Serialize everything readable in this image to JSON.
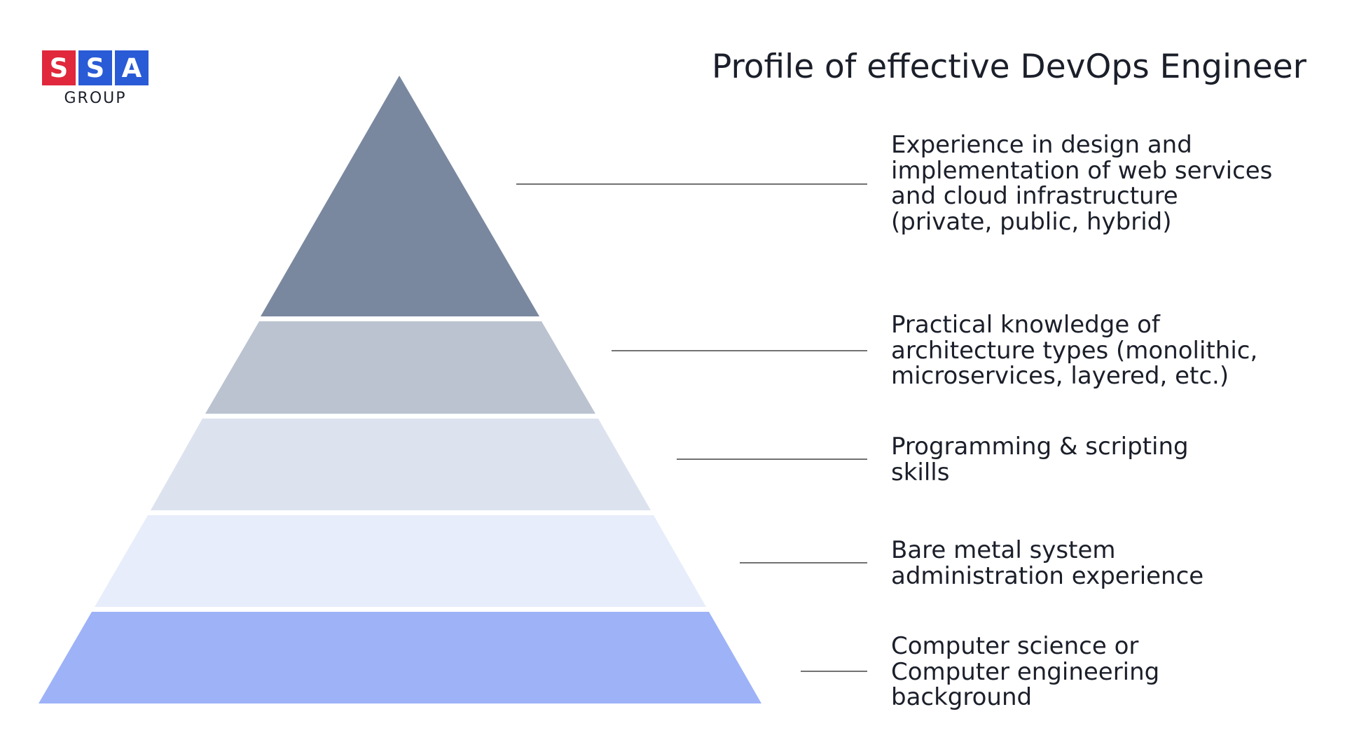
{
  "logo": {
    "letters": [
      "S",
      "S",
      "A"
    ],
    "subtitle": "GROUP",
    "colors": {
      "red": "#e0273c",
      "blue": "#2a5bd6"
    }
  },
  "title": "Profile of effective DevOps Engineer",
  "pyramid": {
    "levels": [
      {
        "label": "Experience in design and\nimplementation of web services\nand cloud infrastructure\n(private, public, hybrid)",
        "color": "#79889f"
      },
      {
        "label": "Practical knowledge of\narchitecture types (monolithic,\nmicroservices, layered, etc.)",
        "color": "#bbc3d0"
      },
      {
        "label": "Programming & scripting\nskills",
        "color": "#dde2ef"
      },
      {
        "label": "Bare metal system\nadministration experience",
        "color": "#e7edfa"
      },
      {
        "label": "Computer science or\nComputer engineering\nbackground",
        "color": "#9db2f7"
      }
    ],
    "connector_color": "#444444"
  }
}
